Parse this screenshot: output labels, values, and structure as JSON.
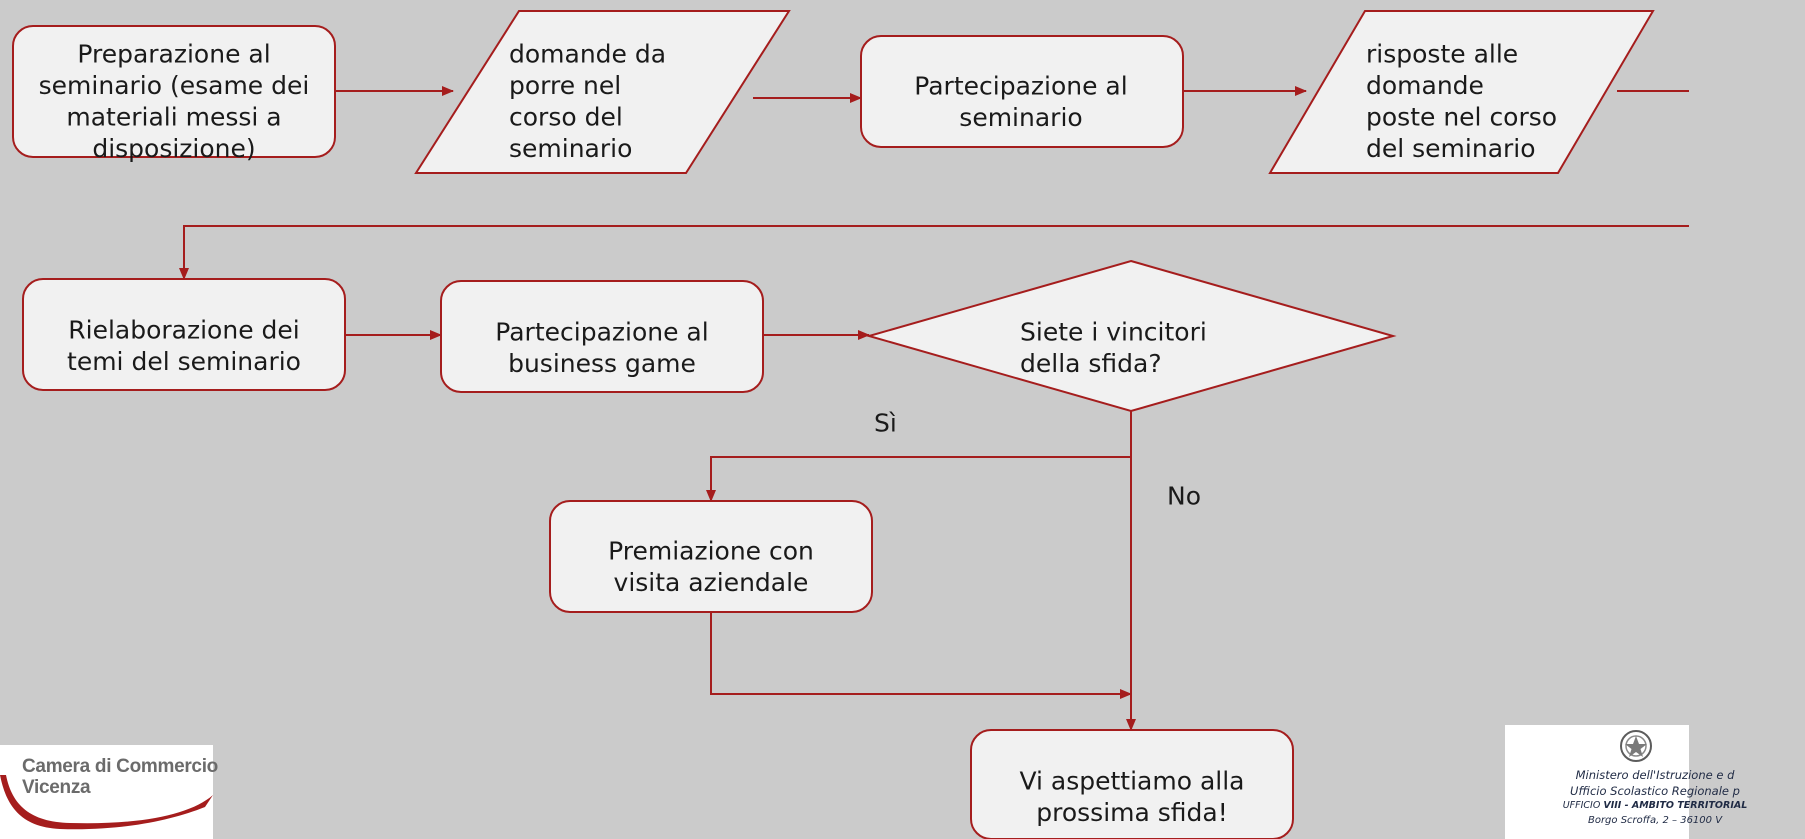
{
  "nodes": {
    "preparazione": {
      "shape": "rounded-rect",
      "lines": [
        "Preparazione al",
        "seminario (esame dei",
        "materiali messi a",
        "disposizione)"
      ]
    },
    "domande": {
      "shape": "parallelogram",
      "lines": [
        "domande da",
        "porre nel",
        "corso del",
        "seminario"
      ]
    },
    "partecipazione_seminario": {
      "shape": "rounded-rect",
      "lines": [
        "Partecipazione al",
        "seminario"
      ]
    },
    "risposte": {
      "shape": "parallelogram",
      "lines": [
        "risposte alle",
        "domande",
        "poste nel corso",
        "del seminario"
      ]
    },
    "rielaborazione": {
      "shape": "rounded-rect",
      "lines": [
        "Rielaborazione dei",
        "temi del seminario"
      ]
    },
    "business_game": {
      "shape": "rounded-rect",
      "lines": [
        "Partecipazione al",
        "business game"
      ]
    },
    "decisione": {
      "shape": "diamond",
      "lines": [
        "Siete i vincitori",
        "della sfida?"
      ]
    },
    "premiazione": {
      "shape": "rounded-rect",
      "lines": [
        "Premiazione con",
        "visita aziendale"
      ]
    },
    "prossima_sfida": {
      "shape": "rounded-rect",
      "lines": [
        "Vi aspettiamo alla",
        "prossima sfida!"
      ]
    }
  },
  "edges": [
    {
      "from": "preparazione",
      "to": "domande",
      "label": ""
    },
    {
      "from": "domande",
      "to": "partecipazione_seminario",
      "label": ""
    },
    {
      "from": "partecipazione_seminario",
      "to": "risposte",
      "label": ""
    },
    {
      "from": "risposte",
      "to": "rielaborazione",
      "label": ""
    },
    {
      "from": "rielaborazione",
      "to": "business_game",
      "label": ""
    },
    {
      "from": "business_game",
      "to": "decisione",
      "label": ""
    },
    {
      "from": "decisione",
      "to": "premiazione",
      "label": "Sì"
    },
    {
      "from": "decisione",
      "to": "prossima_sfida",
      "label": "No"
    },
    {
      "from": "premiazione",
      "to": "prossima_sfida",
      "label": ""
    }
  ],
  "colors": {
    "stroke": "#a51d1d",
    "fill": "#f1f1f1",
    "background": "#cbcbcb",
    "text": "#1a1a1a"
  },
  "logos": {
    "camera_commercio": {
      "line1": "Camera di Commercio",
      "line2": "Vicenza"
    },
    "miur": {
      "line1": "Ministero dell'Istruzione e d",
      "line2": "Ufficio Scolastico Regionale p",
      "line3_prefix": "UFFICIO",
      "line3_bold": "VIII - AMBITO TERRITORIAL",
      "line4": "Borgo Scroffa, 2 – 36100 V"
    }
  }
}
